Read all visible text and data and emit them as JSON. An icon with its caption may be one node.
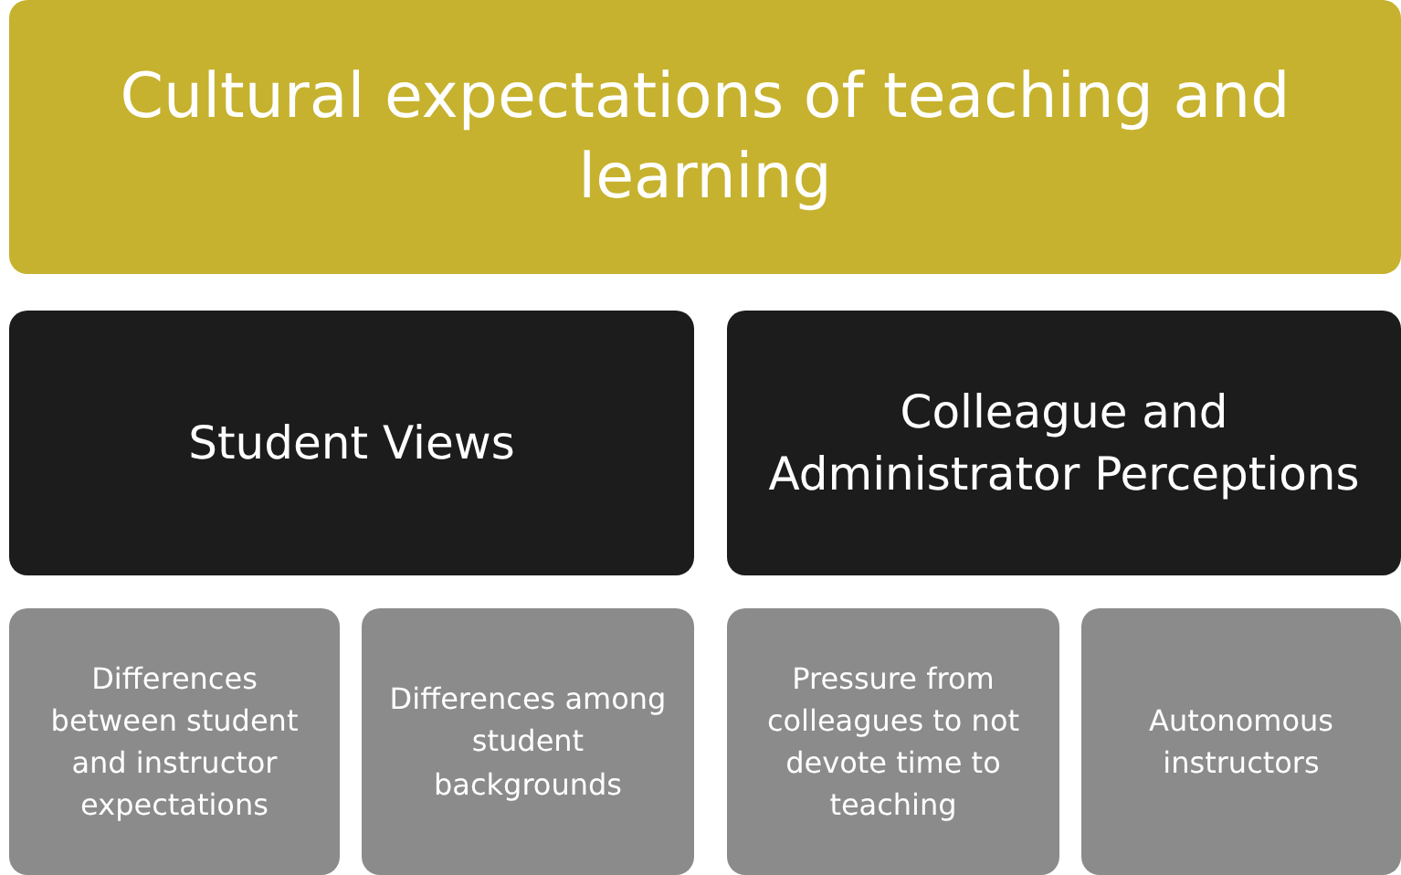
{
  "diagram": {
    "nodes": [
      {
        "text": [
          "Cultural expectations of teaching and learning"
        ]
      },
      {
        "text": [
          "Student Views"
        ]
      },
      {
        "text": [
          "Colleague and Administrator Perceptions"
        ]
      },
      {
        "text": [
          "Differences between student and instructor expectations"
        ]
      },
      {
        "text": [
          "Differences among student backgrounds"
        ]
      },
      {
        "text": [
          "Pressure from colleagues to not devote time to teaching"
        ]
      },
      {
        "text": [
          "Autonomous instructors"
        ]
      }
    ]
  }
}
